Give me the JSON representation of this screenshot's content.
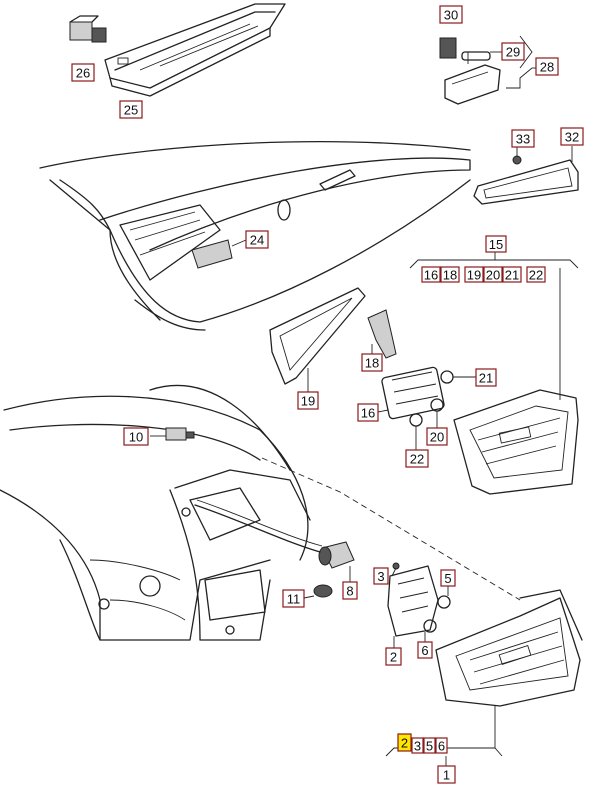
{
  "callouts": {
    "c1": "1",
    "c2": "2",
    "c2b": "2",
    "c3": "3",
    "c3b": "3",
    "c5": "5",
    "c5b": "5",
    "c6": "6",
    "c6b": "6",
    "c8": "8",
    "c10": "10",
    "c11": "11",
    "c15": "15",
    "c16": "16",
    "c16b": "16",
    "c18": "18",
    "c18b": "18",
    "c19": "19",
    "c19b": "19",
    "c20": "20",
    "c20b": "20",
    "c21": "21",
    "c21b": "21",
    "c22": "22",
    "c22b": "22",
    "c24": "24",
    "c25": "25",
    "c26": "26",
    "c28": "28",
    "c29": "29",
    "c30": "30",
    "c32": "32",
    "c33": "33"
  },
  "highlight_color": "#ffe600",
  "callout_border_color": "#8b1a1a"
}
